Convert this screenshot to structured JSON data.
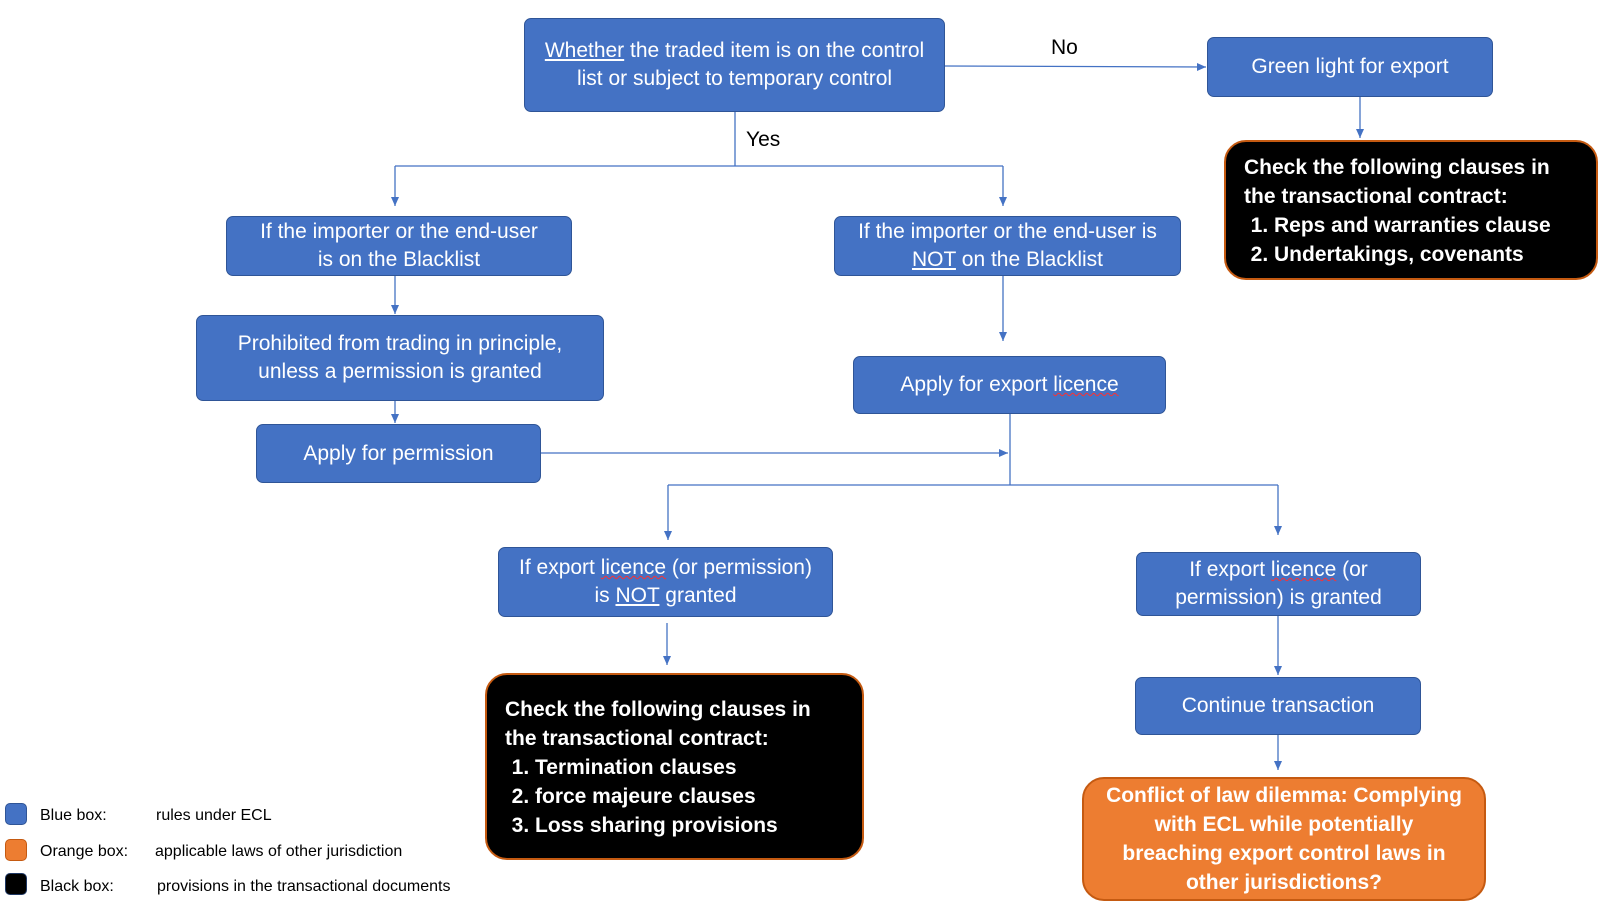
{
  "decision": {
    "text_underlined": "Whether",
    "text_rest": " the traded item is on the control list or subject to temporary control"
  },
  "labels": {
    "no": "No",
    "yes": "Yes"
  },
  "green_light": "Green light for export",
  "check_clauses_no": {
    "heading": "Check the following clauses in the transactional contract:",
    "items": [
      "Reps and warranties clause",
      "Undertakings, covenants"
    ]
  },
  "blacklist_yes": "If the importer or the end-user is on the Blacklist",
  "blacklist_not": {
    "before": "If the importer or the end-user is ",
    "emphasis": "NOT",
    "after": " on the Blacklist"
  },
  "prohibited": "Prohibited from trading in principle, unless a permission is granted",
  "apply_permission": "Apply for permission",
  "apply_licence": {
    "before": "Apply for export ",
    "licence_word": "licence"
  },
  "licence_not_granted": {
    "before": "If export ",
    "licence_word": "licence",
    "middle": " (or permission) is ",
    "emphasis": "NOT",
    "after": " granted"
  },
  "licence_granted": {
    "before": "If export ",
    "licence_word": "licence",
    "after": " (or permission) is granted"
  },
  "check_clauses_not_granted": {
    "heading": "Check the following clauses in the transactional contract:",
    "items": [
      "Termination clauses",
      "force majeure clauses",
      "Loss sharing provisions"
    ]
  },
  "continue_transaction": "Continue transaction",
  "conflict": "Conflict of law dilemma: Complying with ECL while potentially breaching export control laws in other jurisdictions?",
  "legend": [
    {
      "key": "Blue box:",
      "value": "rules under ECL",
      "color": "#4472c4"
    },
    {
      "key": "Orange box:",
      "value": "applicable laws of other jurisdiction",
      "color": "#ed7d31"
    },
    {
      "key": "Black box:",
      "value": "provisions in the transactional documents",
      "color": "#000000"
    }
  ],
  "colors": {
    "blue": "#4472c4",
    "orange": "#ed7d31",
    "black": "#000000",
    "connector": "#4472c4"
  }
}
